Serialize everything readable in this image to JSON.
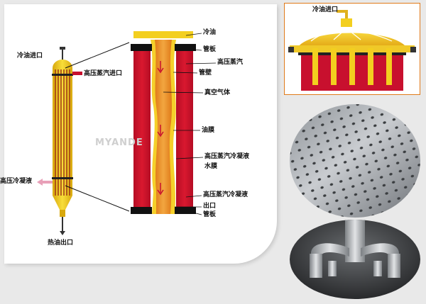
{
  "left_exchanger": {
    "cold_oil_inlet": "冷油进口",
    "hp_steam_inlet": "高压蒸汽进口",
    "hp_condensate": "高压冷凝液",
    "hot_oil_outlet": "热油出口"
  },
  "tube_detail": {
    "cold_oil": "冷油",
    "tube_sheet_top": "管板",
    "hp_steam": "高压蒸汽",
    "tube_wall": "管壁",
    "vacuum_gas": "真空气体",
    "oil_film": "油膜",
    "hp_condensate": "高压蒸汽冷凝液",
    "water_film": "水膜",
    "hp_condensate_2": "高压蒸汽冷凝液",
    "outlet": "出口",
    "tube_sheet_bottom": "管板"
  },
  "watermark": "MYANDE",
  "top_right": {
    "cold_oil_inlet": "冷油进口"
  },
  "colors": {
    "shell_yellow": "#f3cf1f",
    "steam_red": "#c8102e",
    "film_orange": "#e08a1a",
    "frame_orange": "#e07a1a"
  }
}
